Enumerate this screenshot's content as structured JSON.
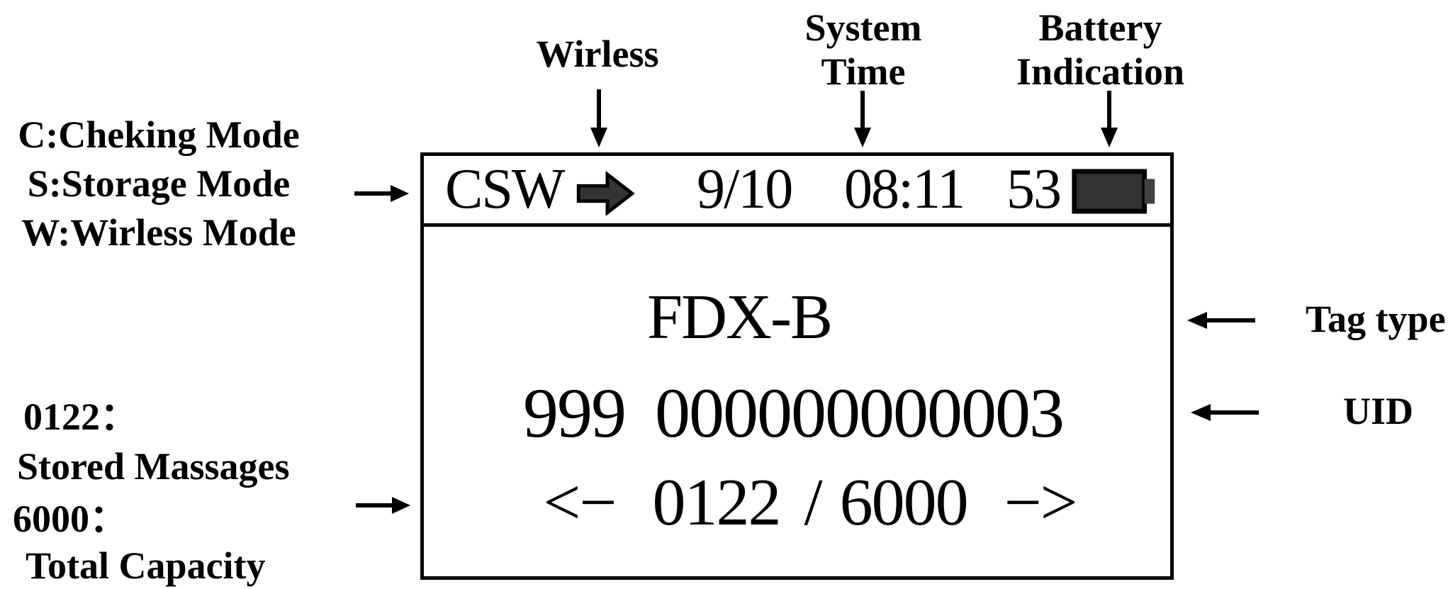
{
  "colors": {
    "ink": "#000000",
    "background": "#ffffff",
    "filled_arrow": "#333333",
    "battery_fill": "#333333",
    "battery_nub": "#404040"
  },
  "icons": {
    "transmit_arrow": "block-right-arrow-icon",
    "battery": "battery-level-icon",
    "callout_arrows": "thin-line-arrow-icon"
  },
  "annotations": {
    "modes": [
      "C:Cheking Mode",
      "S:Storage Mode",
      "W:Wirless Mode"
    ],
    "wireless": "Wirless",
    "system_time": [
      "System",
      "Time"
    ],
    "battery_indication": [
      "Battery",
      "Indication"
    ],
    "tag_type": "Tag type",
    "uid": "UID",
    "stored": [
      "0122：",
      "Stored Massages"
    ],
    "capacity": [
      "6000：",
      "Total Capacity"
    ]
  },
  "screen": {
    "status_bar": {
      "modes": "CSW",
      "date": "9/10",
      "time": "08:11",
      "battery_percent": "53"
    },
    "tag_type": "FDX-B",
    "uid": {
      "prefix": "999",
      "digits": "000000000003"
    },
    "nav": {
      "prev": "<−",
      "current": "0122",
      "separator": "/",
      "total": "6000",
      "next": "−>"
    }
  }
}
